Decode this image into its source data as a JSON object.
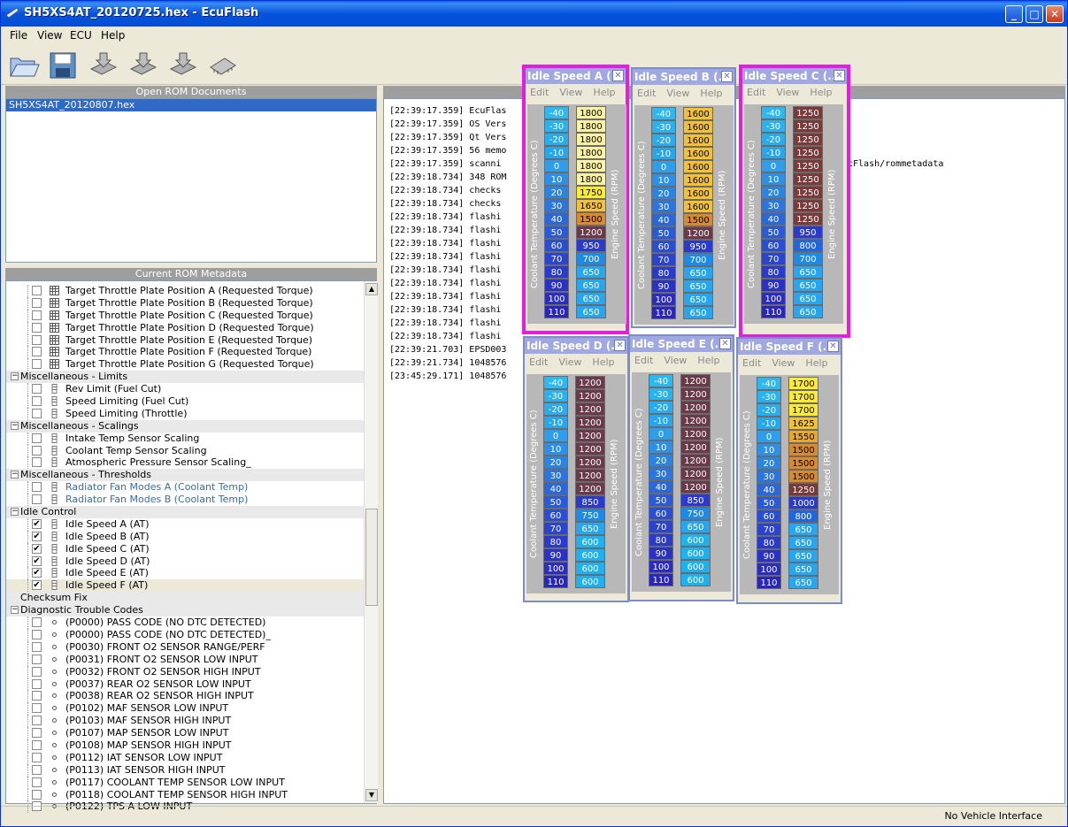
{
  "window": {
    "title": "SH5XS4AT_20120725.hex - EcuFlash",
    "min": "_",
    "max": "□",
    "close": "✕"
  },
  "menu": {
    "file": "File",
    "view": "View",
    "ecu": "ECU",
    "help": "Help"
  },
  "toolbar": {
    "open_icon": "folder-open-icon",
    "save_icon": "floppy-save-icon",
    "read_icon": "chip-read-icon",
    "test_icon": "chip-test-icon",
    "write_icon": "chip-write-icon",
    "chip_icon": "chip-icon"
  },
  "panels": {
    "open_rom_title": "Open ROM Documents",
    "open_rom_item": "SH5XS4AT_20120807.hex",
    "metadata_title": "Current ROM Metadata"
  },
  "metadata_rows": [
    {
      "type": "item",
      "label": "Target Throttle Plate Position A (Requested Torque)",
      "checked": false,
      "icon": "table"
    },
    {
      "type": "item",
      "label": "Target Throttle Plate Position B (Requested Torque)",
      "checked": false,
      "icon": "table"
    },
    {
      "type": "item",
      "label": "Target Throttle Plate Position C (Requested Torque)",
      "checked": false,
      "icon": "table"
    },
    {
      "type": "item",
      "label": "Target Throttle Plate Position D (Requested Torque)",
      "checked": false,
      "icon": "table"
    },
    {
      "type": "item",
      "label": "Target Throttle Plate Position E (Requested Torque)",
      "checked": false,
      "icon": "table"
    },
    {
      "type": "item",
      "label": "Target Throttle Plate Position F (Requested Torque)",
      "checked": false,
      "icon": "table"
    },
    {
      "type": "item",
      "label": "Target Throttle Plate Position G (Requested Torque)",
      "checked": false,
      "icon": "table"
    },
    {
      "type": "cat",
      "label": "Miscellaneous - Limits",
      "exp": "−"
    },
    {
      "type": "item",
      "label": "Rev Limit (Fuel Cut)",
      "checked": false,
      "icon": "column"
    },
    {
      "type": "item",
      "label": "Speed Limiting (Fuel Cut)",
      "checked": false,
      "icon": "column"
    },
    {
      "type": "item",
      "label": "Speed Limiting (Throttle)",
      "checked": false,
      "icon": "column"
    },
    {
      "type": "cat",
      "label": "Miscellaneous - Scalings",
      "exp": "−"
    },
    {
      "type": "item",
      "label": "Intake Temp Sensor Scaling",
      "checked": false,
      "icon": "column"
    },
    {
      "type": "item",
      "label": "Coolant Temp Sensor Scaling",
      "checked": false,
      "icon": "column"
    },
    {
      "type": "item",
      "label": "Atmospheric Pressure Sensor Scaling_",
      "checked": false,
      "icon": "column"
    },
    {
      "type": "cat",
      "label": "Miscellaneous - Thresholds",
      "exp": "−"
    },
    {
      "type": "item",
      "label": "Radiator Fan Modes A (Coolant Temp)",
      "checked": false,
      "icon": "column",
      "link": true
    },
    {
      "type": "item",
      "label": "Radiator Fan Modes B (Coolant Temp)",
      "checked": false,
      "icon": "column",
      "link": true
    },
    {
      "type": "cat",
      "label": "Idle Control",
      "exp": "−"
    },
    {
      "type": "item",
      "label": "Idle Speed A (AT)",
      "checked": true,
      "icon": "column"
    },
    {
      "type": "item",
      "label": "Idle Speed B (AT)",
      "checked": true,
      "icon": "column"
    },
    {
      "type": "item",
      "label": "Idle Speed C (AT)",
      "checked": true,
      "icon": "column"
    },
    {
      "type": "item",
      "label": "Idle Speed D (AT)",
      "checked": true,
      "icon": "column"
    },
    {
      "type": "item",
      "label": "Idle Speed E (AT)",
      "checked": true,
      "icon": "column"
    },
    {
      "type": "item",
      "label": "Idle Speed F (AT)",
      "checked": true,
      "icon": "column",
      "selected": true
    },
    {
      "type": "cat",
      "label": "Checksum Fix",
      "exp": ""
    },
    {
      "type": "cat",
      "label": "Diagnostic Trouble Codes",
      "exp": "−"
    },
    {
      "type": "item",
      "label": "(P0000) PASS CODE (NO DTC DETECTED)",
      "checked": false,
      "icon": "dot"
    },
    {
      "type": "item",
      "label": "(P0000) PASS CODE (NO DTC DETECTED)_",
      "checked": false,
      "icon": "dot"
    },
    {
      "type": "item",
      "label": "(P0030) FRONT O2 SENSOR RANGE/PERF",
      "checked": false,
      "icon": "dot"
    },
    {
      "type": "item",
      "label": "(P0031) FRONT O2 SENSOR LOW INPUT",
      "checked": false,
      "icon": "dot"
    },
    {
      "type": "item",
      "label": "(P0032) FRONT O2 SENSOR HIGH INPUT",
      "checked": false,
      "icon": "dot"
    },
    {
      "type": "item",
      "label": "(P0037) REAR O2 SENSOR LOW INPUT",
      "checked": false,
      "icon": "dot"
    },
    {
      "type": "item",
      "label": "(P0038) REAR O2 SENSOR HIGH INPUT",
      "checked": false,
      "icon": "dot"
    },
    {
      "type": "item",
      "label": "(P0102) MAF SENSOR LOW INPUT",
      "checked": false,
      "icon": "dot"
    },
    {
      "type": "item",
      "label": "(P0103) MAF SENSOR HIGH INPUT",
      "checked": false,
      "icon": "dot"
    },
    {
      "type": "item",
      "label": "(P0107) MAP SENSOR LOW INPUT",
      "checked": false,
      "icon": "dot"
    },
    {
      "type": "item",
      "label": "(P0108) MAP SENSOR HIGH INPUT",
      "checked": false,
      "icon": "dot"
    },
    {
      "type": "item",
      "label": "(P0112) IAT SENSOR LOW INPUT",
      "checked": false,
      "icon": "dot"
    },
    {
      "type": "item",
      "label": "(P0113) IAT SENSOR HIGH INPUT",
      "checked": false,
      "icon": "dot"
    },
    {
      "type": "item",
      "label": "(P0117) COOLANT TEMP SENSOR LOW INPUT",
      "checked": false,
      "icon": "dot"
    },
    {
      "type": "item",
      "label": "(P0118) COOLANT TEMP SENSOR HIGH INPUT",
      "checked": false,
      "icon": "dot"
    },
    {
      "type": "item",
      "label": "(P0122) TPS A LOW INPUT",
      "checked": false,
      "icon": "dot"
    }
  ],
  "log": [
    "[22:39:17.359] EcuFlas",
    "[22:39:17.359] OS Vers",
    "[22:39:17.359] Qt Vers",
    "[22:39:17.359] 56 memo",
    "[22:39:17.359] scanni",
    "[22:39:18.734] 348 ROM",
    "[22:39:18.734] checks",
    "[22:39:18.734] checks",
    "[22:39:18.734] flashi",
    "[22:39:18.734] flashi",
    "[22:39:18.734] flashi",
    "[22:39:18.734] flashi",
    "[22:39:18.734] flashi",
    "[22:39:18.734] flashi",
    "[22:39:18.734] flashi",
    "[22:39:18.734] flashi",
    "[22:39:18.734] flashi",
    "[22:39:18.734] flashi",
    "[22:39:21.703] EPSD003",
    "[22:39:21.734] 1048576",
    "[23:45:29.171] 1048576"
  ],
  "log_trailing": "cFlash/rommetadata",
  "status": "No Vehicle Interface",
  "idle_menu": {
    "edit": "Edit",
    "view": "View",
    "help": "Help"
  },
  "axis": {
    "x_label": "Coolant Temperature (Degrees C)",
    "y_label": "Engine Speed (RPM)"
  },
  "temps": [
    "-40",
    "-30",
    "-20",
    "-10",
    "0",
    "10",
    "20",
    "30",
    "40",
    "50",
    "60",
    "70",
    "80",
    "90",
    "100",
    "110"
  ],
  "idle_windows": [
    {
      "title": "Idle Speed  A  (...",
      "highlight": true,
      "values": [
        1800,
        1800,
        1800,
        1800,
        1800,
        1800,
        1750,
        1650,
        1500,
        1200,
        950,
        700,
        650,
        650,
        650,
        650
      ]
    },
    {
      "title": "Idle Speed  B  (...",
      "highlight": false,
      "values": [
        1600,
        1600,
        1600,
        1600,
        1600,
        1600,
        1600,
        1600,
        1500,
        1200,
        950,
        700,
        650,
        650,
        650,
        650
      ]
    },
    {
      "title": "Idle Speed  C  (...",
      "highlight": true,
      "values": [
        1250,
        1250,
        1250,
        1250,
        1250,
        1250,
        1250,
        1250,
        1250,
        950,
        800,
        700,
        650,
        650,
        650,
        650
      ]
    },
    {
      "title": "Idle Speed  D  (...",
      "highlight": false,
      "values": [
        1200,
        1200,
        1200,
        1200,
        1200,
        1200,
        1200,
        1200,
        1200,
        850,
        750,
        650,
        600,
        600,
        600,
        600
      ]
    },
    {
      "title": "Idle Speed  E  (...",
      "highlight": false,
      "values": [
        1200,
        1200,
        1200,
        1200,
        1200,
        1200,
        1200,
        1200,
        1200,
        850,
        750,
        650,
        600,
        600,
        600,
        600
      ]
    },
    {
      "title": "Idle Speed  F  (...",
      "highlight": false,
      "values": [
        1700,
        1700,
        1700,
        1625,
        1550,
        1500,
        1500,
        1500,
        1250,
        1000,
        800,
        650,
        650,
        650,
        650,
        650
      ]
    }
  ]
}
